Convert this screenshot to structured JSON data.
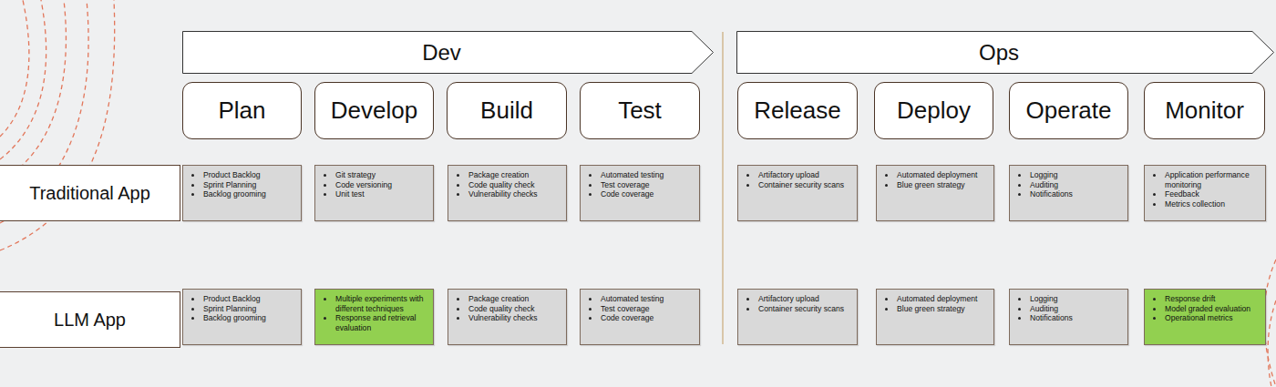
{
  "diagram": {
    "nodes": [
      {
        "text": [
          "Dev"
        ]
      },
      {
        "text": [
          "Ops"
        ]
      },
      {
        "text": [
          "Plan"
        ]
      },
      {
        "text": [
          "Develop"
        ]
      },
      {
        "text": [
          "Build"
        ]
      },
      {
        "text": [
          "Test"
        ]
      },
      {
        "text": [
          "Release"
        ]
      },
      {
        "text": [
          "Deploy"
        ]
      },
      {
        "text": [
          "Operate"
        ]
      },
      {
        "text": [
          "Monitor"
        ]
      },
      {
        "text": [
          "Traditional App"
        ]
      },
      {
        "text": [
          "Product Backlog",
          "Sprint Planning",
          "Backlog grooming"
        ]
      },
      {
        "text": [
          "Git strategy",
          "Code versioning",
          "Unit test"
        ]
      },
      {
        "text": [
          "Package creation",
          "Code quality check",
          "Vulnerability checks"
        ]
      },
      {
        "text": [
          "Automated testing",
          "Test coverage",
          "Code coverage"
        ]
      },
      {
        "text": [
          "Artifactory upload",
          "Container security scans"
        ]
      },
      {
        "text": [
          "Automated deployment",
          "Blue green strategy"
        ]
      },
      {
        "text": [
          "Logging",
          "Auditing",
          "Notifications"
        ]
      },
      {
        "text": [
          "Application performance monitoring",
          "Feedback",
          "Metrics collection"
        ]
      },
      {
        "text": [
          "LLM App"
        ]
      },
      {
        "text": [
          "Product Backlog",
          "Sprint Planning",
          "Backlog grooming"
        ]
      },
      {
        "text": [
          "Multiple experiments with different techniques",
          "Response and retrieval evaluation"
        ]
      },
      {
        "text": [
          "Package creation",
          "Code quality check",
          "Vulnerability checks"
        ]
      },
      {
        "text": [
          "Automated testing",
          "Test coverage",
          "Code coverage"
        ]
      },
      {
        "text": [
          "Artifactory upload",
          "Container security scans"
        ]
      },
      {
        "text": [
          "Automated deployment",
          "Blue green strategy"
        ]
      },
      {
        "text": [
          "Logging",
          "Auditing",
          "Notifications"
        ]
      },
      {
        "text": [
          "Response drift",
          "Model graded evaluation",
          "Operational metrics"
        ]
      }
    ]
  }
}
